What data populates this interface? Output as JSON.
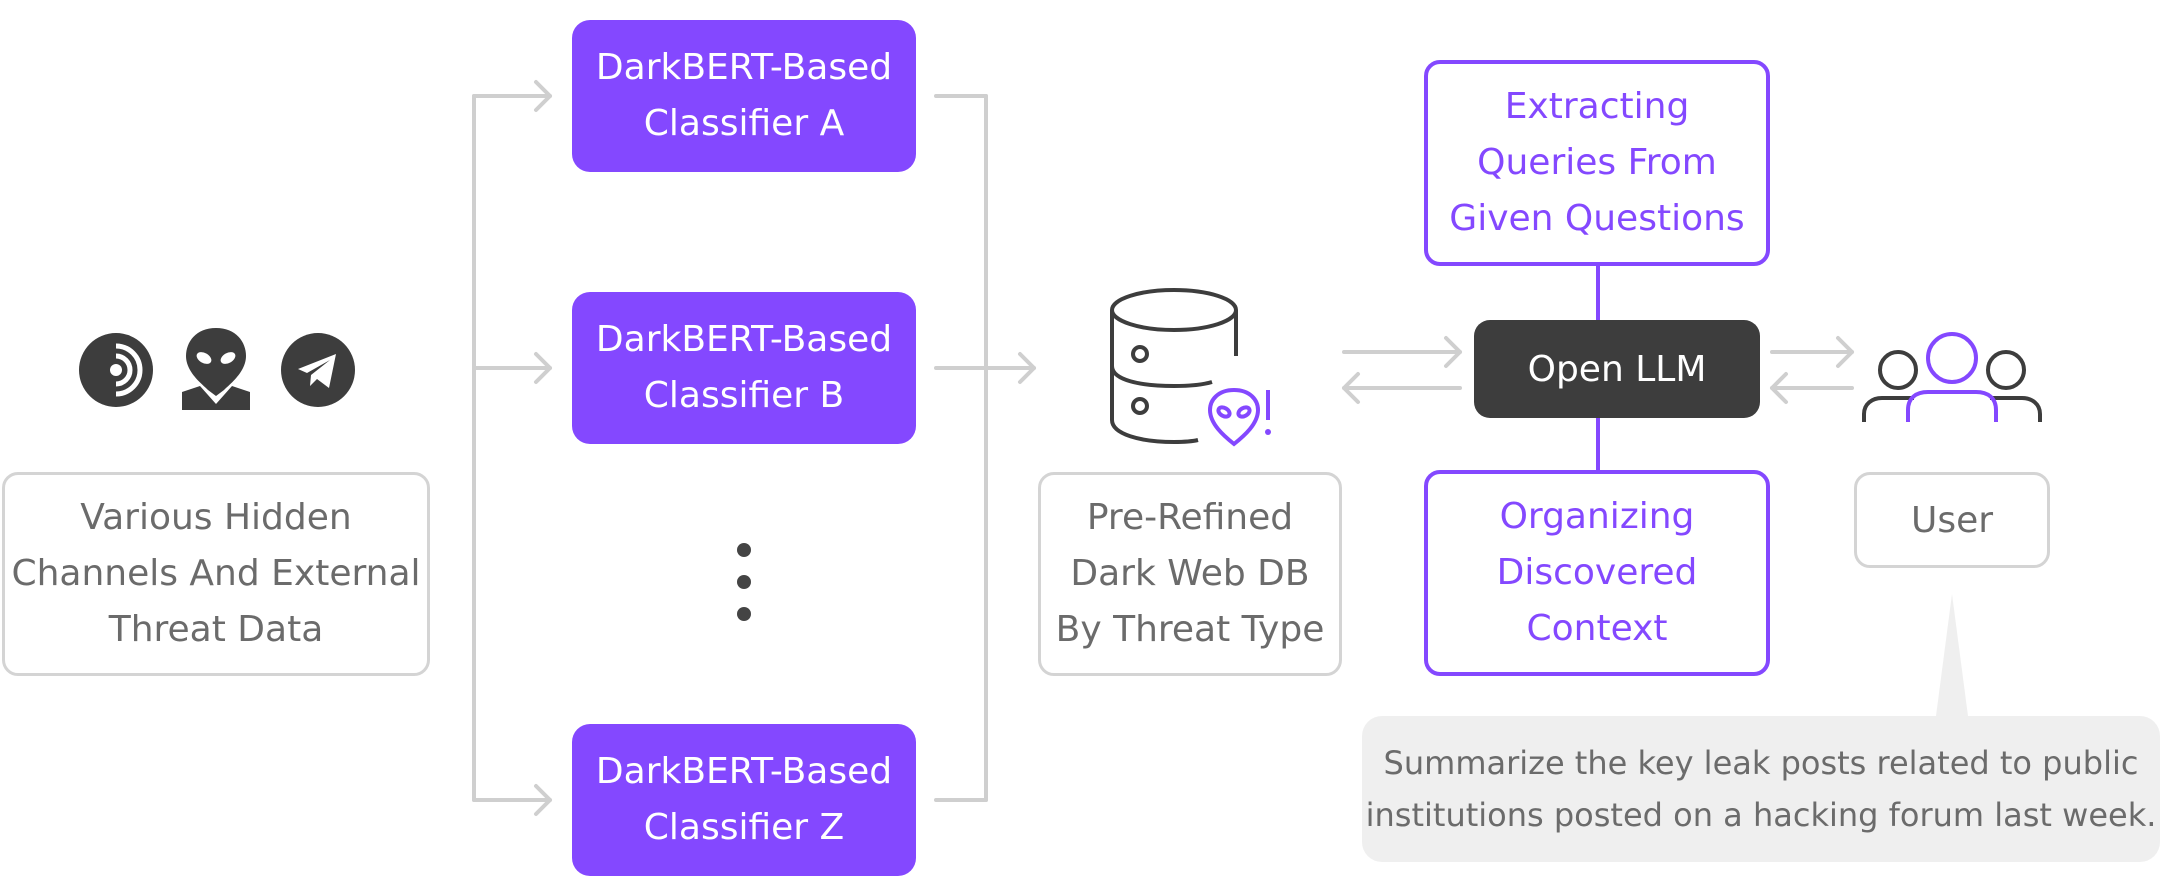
{
  "source": {
    "lines": [
      "Various Hidden",
      "Channels And External",
      "Threat Data"
    ],
    "icons": [
      "onion-router-icon",
      "alien-mask-icon",
      "telegram-icon"
    ]
  },
  "classifiers": [
    {
      "lines": [
        "DarkBERT-Based",
        "Classifier A"
      ]
    },
    {
      "lines": [
        "DarkBERT-Based",
        "Classifier B"
      ]
    },
    {
      "lines": [
        "DarkBERT-Based",
        "Classifier Z"
      ]
    }
  ],
  "database": {
    "lines": [
      "Pre-Refined",
      "Dark Web DB",
      "By Threat Type"
    ],
    "icon": "database-alert-icon"
  },
  "llm": {
    "label": "Open LLM"
  },
  "extract": {
    "lines": [
      "Extracting",
      "Queries From",
      "Given Questions"
    ]
  },
  "organize": {
    "lines": [
      "Organizing",
      "Discovered",
      "Context"
    ]
  },
  "user": {
    "label": "User",
    "icon": "users-group-icon"
  },
  "query": {
    "lines": [
      "Summarize the key leak posts related to public",
      "institutions posted on a hacking forum last week."
    ]
  },
  "colors": {
    "accent": "#8448ff",
    "dark": "#3d3d3d",
    "border": "#d4d4d4",
    "text": "#6b6b6b",
    "bubble": "#efefef"
  }
}
